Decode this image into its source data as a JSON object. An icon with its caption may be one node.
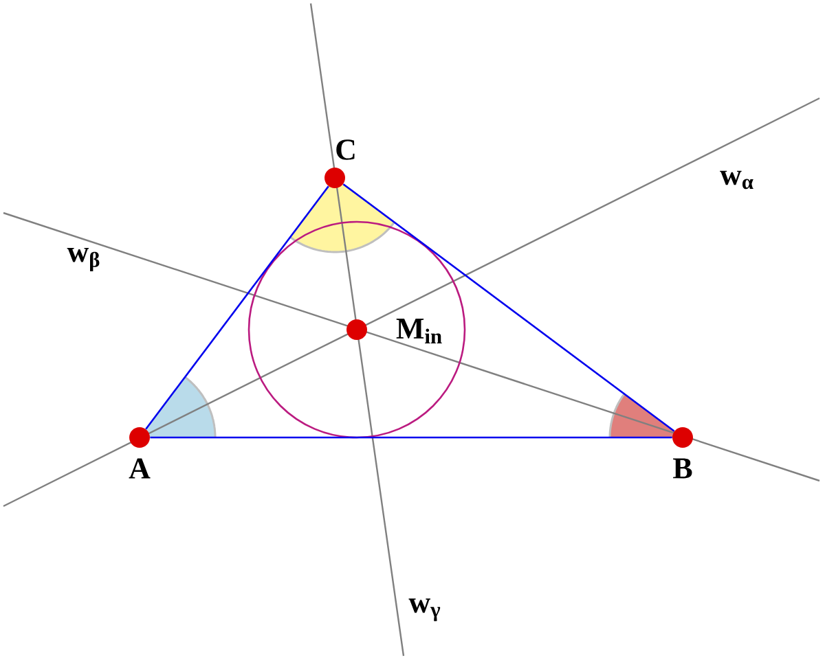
{
  "diagram": {
    "nodes": [
      {
        "text": [],
        "shape": "circle",
        "beside": [
          "A"
        ]
      },
      {
        "text": [],
        "shape": "circle",
        "beside": [
          "B"
        ]
      },
      {
        "text": [],
        "shape": "circle",
        "beside": [
          "C"
        ]
      },
      {
        "text": [],
        "shape": "circle",
        "beside": [
          "M$_{in}$"
        ]
      }
    ],
    "edges": [
      {
        "from": 0,
        "to": 1,
        "arrow": "none"
      },
      {
        "from": 1,
        "to": 2,
        "arrow": "none"
      },
      {
        "from": 2,
        "to": 0,
        "arrow": "none"
      }
    ],
    "labels": [
      "w$_{α}$",
      "w$_{β}$",
      "w$_{γ}$"
    ]
  }
}
